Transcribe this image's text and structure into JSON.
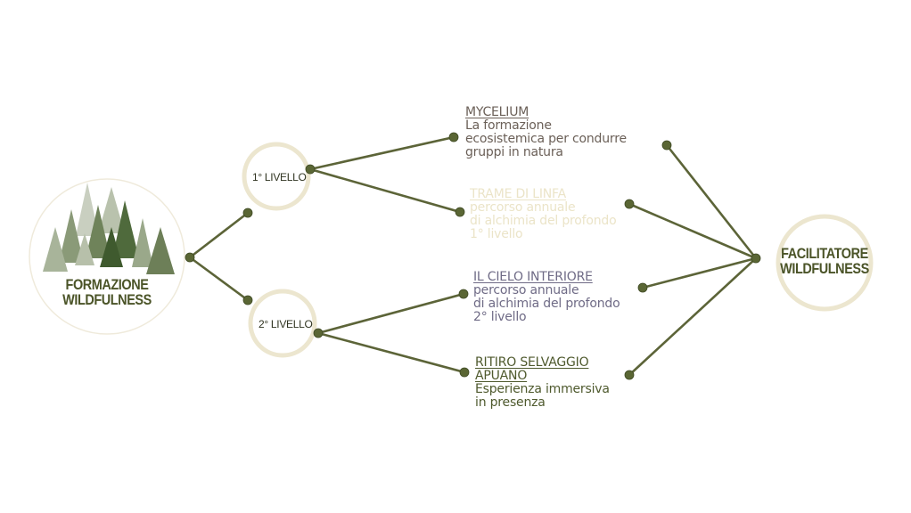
{
  "root": {
    "title_line1": "FORMAZIONE",
    "title_line2": "WILDFULNESS"
  },
  "levels": [
    {
      "label": "1° LIVELLO"
    },
    {
      "label": "2° LIVELLO"
    }
  ],
  "courses": [
    {
      "title": "MYCELIUM",
      "lines": [
        "La formazione",
        "ecosistemica per condurre",
        "gruppi in natura"
      ],
      "color": "#6b6058"
    },
    {
      "title": "TRAME DI LINFA",
      "lines": [
        "percorso annuale",
        "di alchimia del profondo",
        "1° livello"
      ],
      "color": "#ebe4c8"
    },
    {
      "title": "IL CIELO INTERIORE",
      "lines": [
        "percorso annuale",
        "di alchimia del profondo",
        "2° livello"
      ],
      "color": "#6f6b86"
    },
    {
      "title_lines": [
        "RITIRO SELVAGGIO",
        "APUANO"
      ],
      "lines": [
        "Esperienza immersiva",
        "in presenza"
      ],
      "color": "#4f5a2e"
    }
  ],
  "goal": {
    "title_line1": "FACILITATORE",
    "title_line2": "WILDFULNESS"
  },
  "colors": {
    "line": "#5c6438",
    "dot": "#5a6634",
    "ring": "#ece6cf"
  }
}
